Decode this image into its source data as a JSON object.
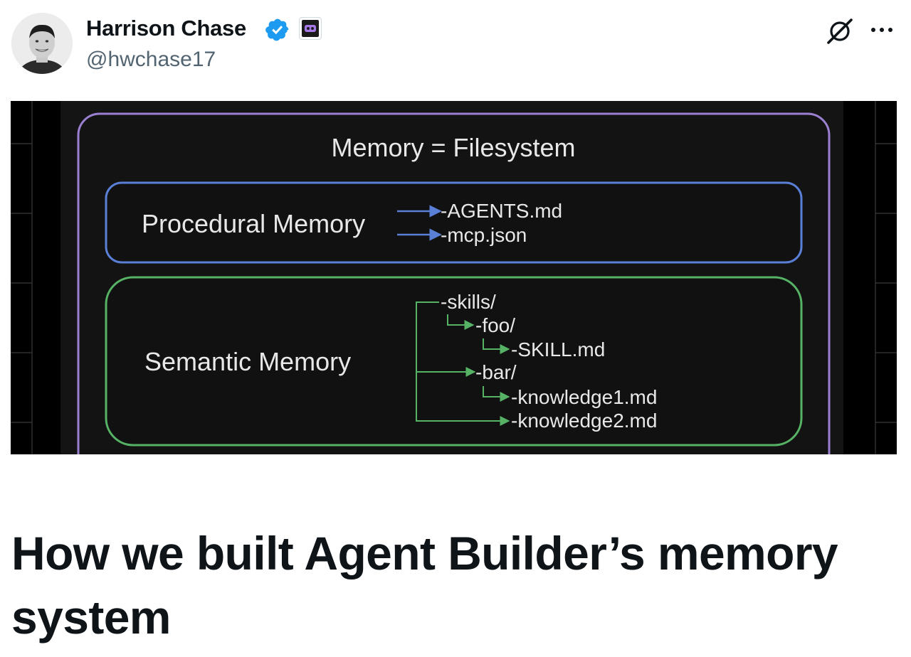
{
  "author": {
    "name": "Harrison Chase",
    "handle": "@hwchase17"
  },
  "icons": {
    "verified": "verified-badge-icon",
    "affiliate": "affiliate-badge-icon",
    "grok": "grok-icon",
    "more": "more-icon"
  },
  "colors": {
    "verified_blue": "#1d9bf0",
    "outer_border": "#9b7fd0",
    "procedural_border": "#5a7fd6",
    "semantic_border": "#56b366"
  },
  "media": {
    "heading": "Memory = Filesystem",
    "procedural": {
      "label": "Procedural Memory",
      "files": [
        "-AGENTS.md",
        "-mcp.json"
      ]
    },
    "semantic": {
      "label": "Semantic Memory",
      "tree": [
        "-skills/",
        "-foo/",
        "-SKILL.md",
        "-bar/",
        "-knowledge1.md",
        "-knowledge2.md"
      ]
    }
  },
  "article": {
    "title": "How we built Agent Builder’s memory system"
  }
}
